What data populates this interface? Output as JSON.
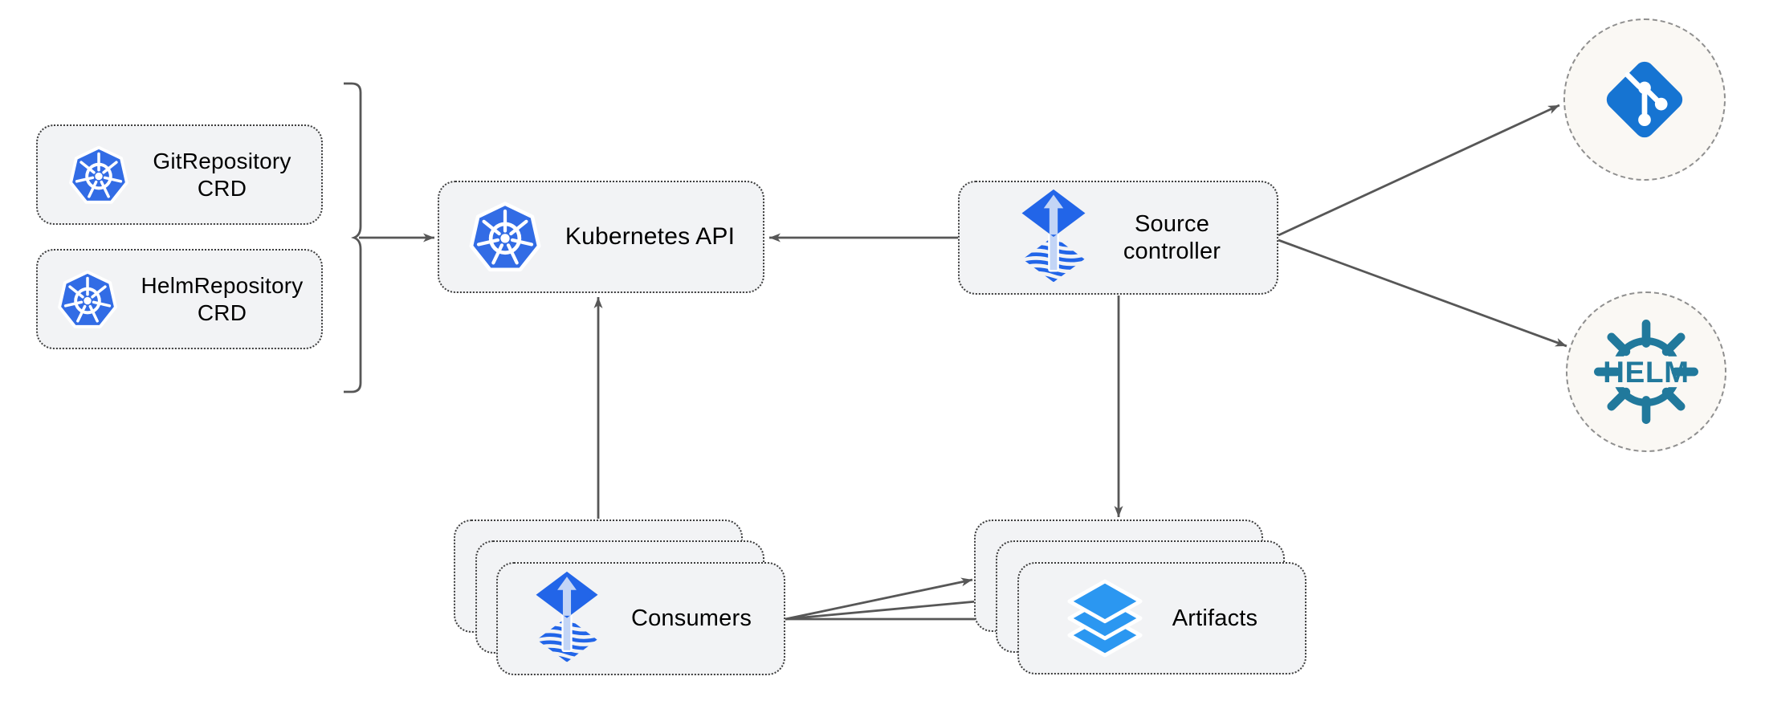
{
  "diagram": {
    "background": "#ffffff",
    "nodes": {
      "git_repository_crd": {
        "line1": "GitRepository",
        "line2": "CRD",
        "icon": "kubernetes-icon"
      },
      "helm_repository_crd": {
        "line1": "HelmRepository",
        "line2": "CRD",
        "icon": "kubernetes-icon"
      },
      "kubernetes_api": {
        "label": "Kubernetes API",
        "icon": "kubernetes-icon"
      },
      "source_controller": {
        "line1": "Source",
        "line2": "controller",
        "icon": "flux-icon"
      },
      "consumers": {
        "label": "Consumers",
        "icon": "flux-icon",
        "stacked": 3
      },
      "artifacts": {
        "label": "Artifacts",
        "icon": "layers-icon",
        "stacked": 3
      },
      "git_endpoint": {
        "icon": "git-icon"
      },
      "helm_endpoint": {
        "icon": "helm-icon",
        "text": "HELM"
      }
    },
    "edges": [
      {
        "from": "GitRepository CRD + HelmRepository CRD",
        "to": "Kubernetes API",
        "style": "bracket-arrow"
      },
      {
        "from": "Source controller",
        "to": "Kubernetes API",
        "style": "arrow"
      },
      {
        "from": "Consumers",
        "to": "Kubernetes API",
        "style": "arrow"
      },
      {
        "from": "Source controller",
        "to": "Artifacts",
        "style": "arrow"
      },
      {
        "from": "Source controller",
        "to": "Git endpoint",
        "style": "arrow"
      },
      {
        "from": "Source controller",
        "to": "Helm endpoint",
        "style": "arrow"
      },
      {
        "from": "Consumers",
        "to": "Artifacts",
        "style": "fan-of-3-arrows"
      }
    ],
    "colors": {
      "node_fill": "#f2f3f5",
      "node_border": "#3e3e3e",
      "connector": "#575757",
      "kubernetes_blue": "#326CE5",
      "flux_blue": "#2265E8",
      "flux_arrow_light": "#C3D5F6",
      "git_blue": "#1674D2",
      "helm_teal": "#21799C",
      "layers_blue": "#2B97F1",
      "endpoint_fill": "#faf8f4",
      "endpoint_border": "#8f8f8f",
      "text": "#000000"
    }
  }
}
